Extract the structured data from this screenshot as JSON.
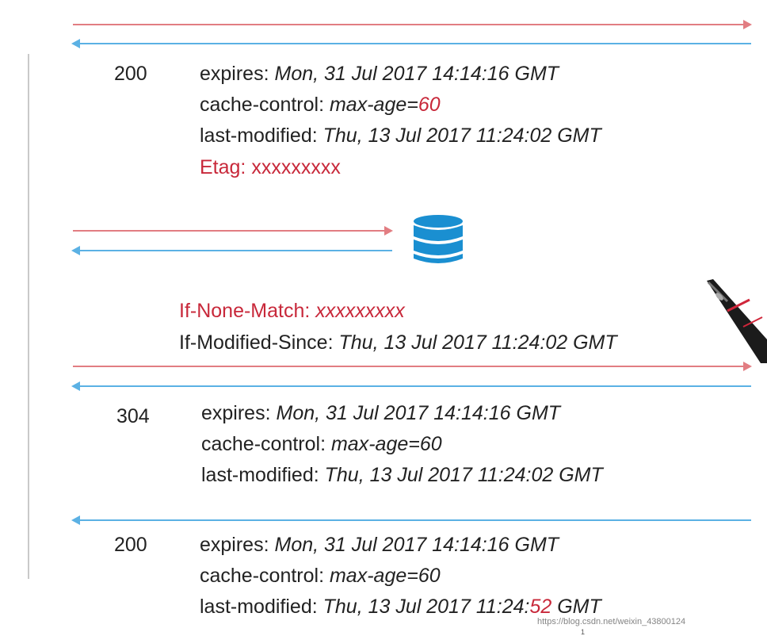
{
  "block1": {
    "status": "200",
    "expires_label": "expires:",
    "expires_value": "Mon, 31 Jul 2017 14:14:16 GMT",
    "cache_label": "cache-control:",
    "cache_value_prefix": "max-age=",
    "cache_value_num": "60",
    "lastmod_label": "last-modified:",
    "lastmod_value": "Thu, 13 Jul 2017 11:24:02 GMT",
    "etag_label": "Etag:",
    "etag_value": "xxxxxxxxx"
  },
  "request2": {
    "inm_label": "If-None-Match:",
    "inm_value": "xxxxxxxxx",
    "ims_label": "If-Modified-Since:",
    "ims_value": "Thu, 13 Jul 2017 11:24:02 GMT"
  },
  "block2": {
    "status": "304",
    "expires_label": "expires:",
    "expires_value": "Mon, 31 Jul 2017 14:14:16 GMT",
    "cache_label": "cache-control:",
    "cache_value": "max-age=60",
    "lastmod_label": "last-modified:",
    "lastmod_value": "Thu, 13 Jul 2017 11:24:02 GMT"
  },
  "block3": {
    "status": "200",
    "expires_label": "expires:",
    "expires_value": "Mon, 31 Jul 2017 14:14:16 GMT",
    "cache_label": "cache-control:",
    "cache_value": "max-age=60",
    "lastmod_label": "last-modified:",
    "lastmod_value_prefix": "Thu, 13 Jul 2017 11:24:",
    "lastmod_value_sec": "52",
    "lastmod_value_suffix": " GMT"
  },
  "watermark": "https://blog.csdn.net/weixin_43800124",
  "page_number": "1",
  "colors": {
    "request_arrow": "#e27d82",
    "response_arrow": "#5bb1e4",
    "highlight_red": "#c8283a",
    "database_blue": "#1a8fd1"
  }
}
